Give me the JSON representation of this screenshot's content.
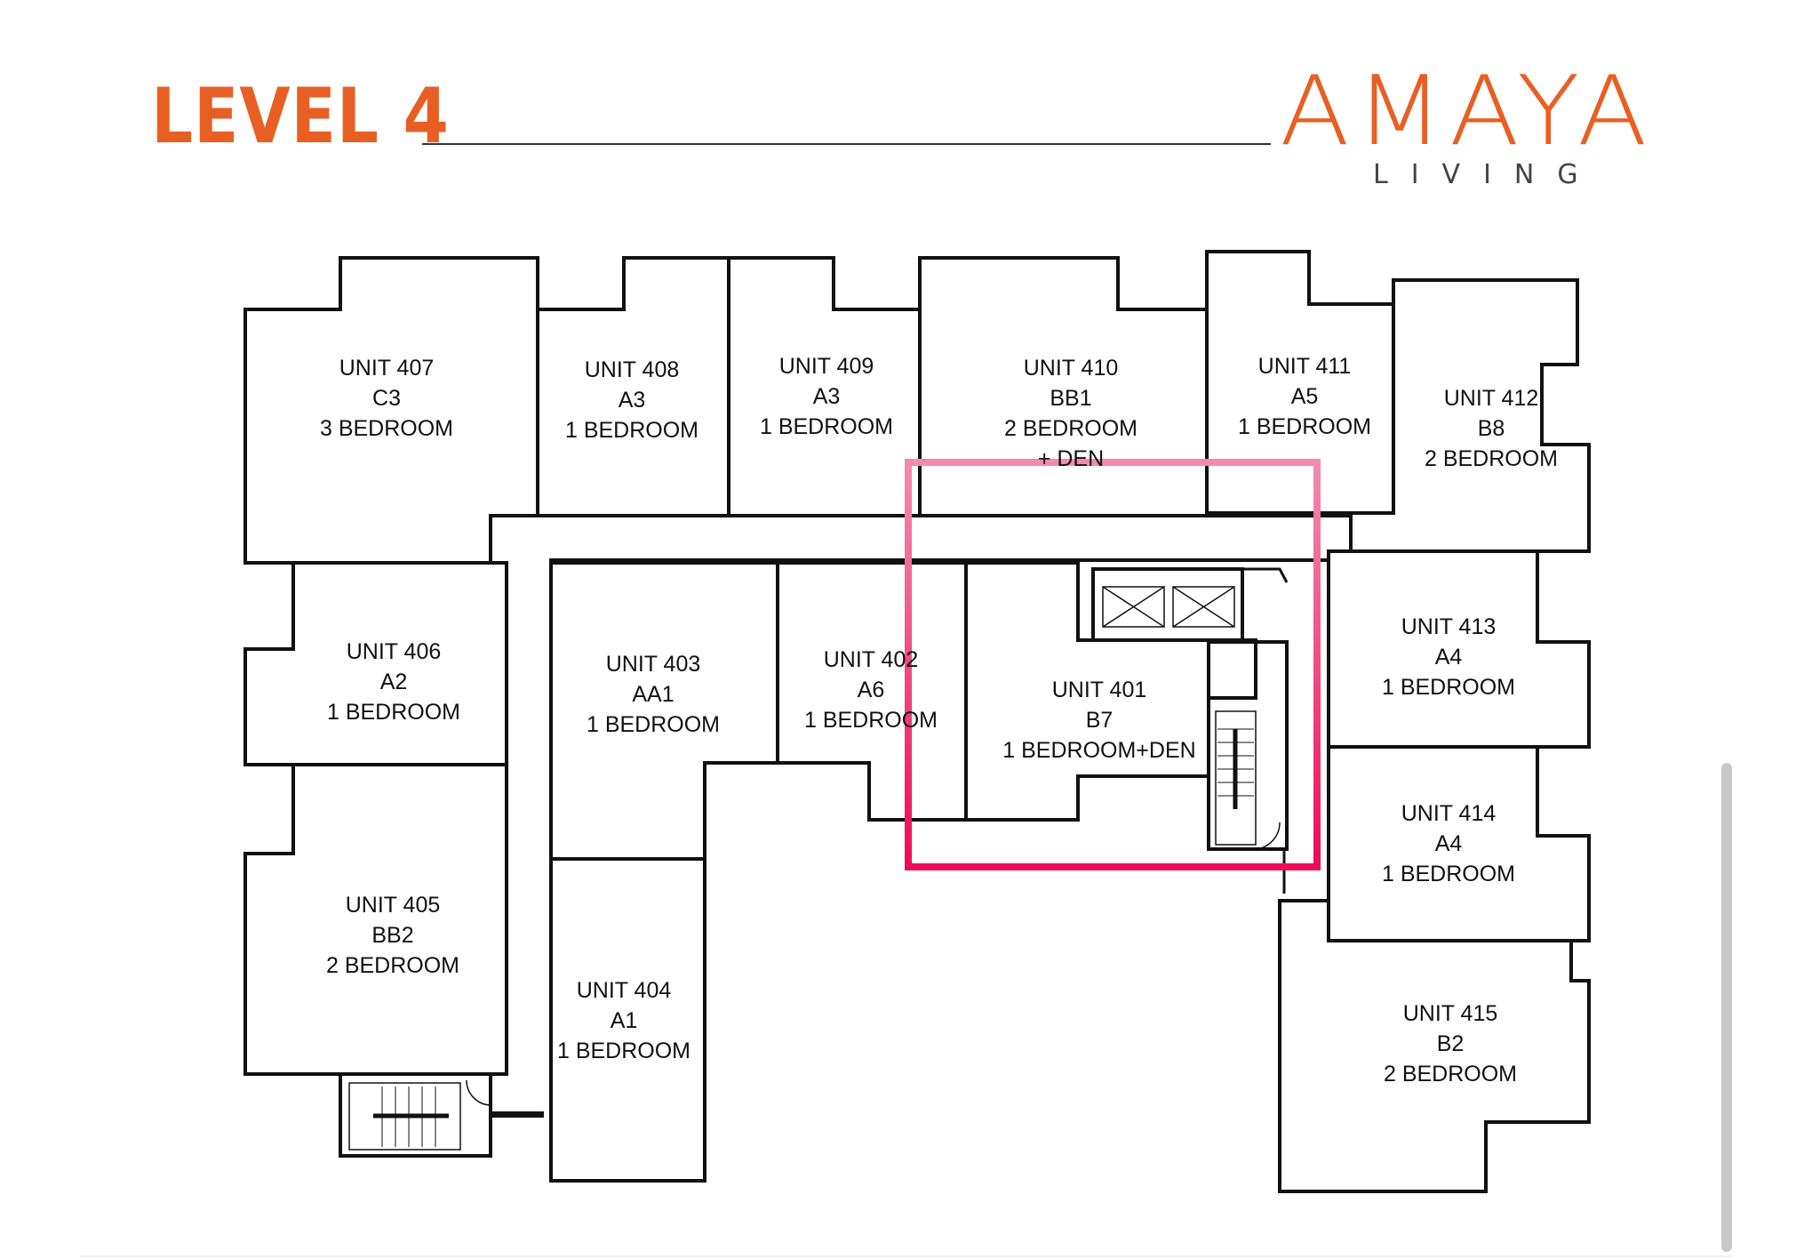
{
  "header": {
    "level_title": "LEVEL 4",
    "brand_name": "AMAYA",
    "brand_sub": "LIVING"
  },
  "colors": {
    "brand_orange": "#e85f24",
    "highlight_top": "#f28bb0",
    "highlight_bottom": "#ee0b5a",
    "walls": "#111111"
  },
  "units": {
    "u407": {
      "unit": "UNIT 407",
      "type": "C3",
      "desc": "3 BEDROOM"
    },
    "u408": {
      "unit": "UNIT 408",
      "type": "A3",
      "desc": "1 BEDROOM"
    },
    "u409": {
      "unit": "UNIT 409",
      "type": "A3",
      "desc": "1 BEDROOM"
    },
    "u410": {
      "unit": "UNIT 410",
      "type": "BB1",
      "desc": "2 BEDROOM",
      "desc2": "+ DEN"
    },
    "u411": {
      "unit": "UNIT 411",
      "type": "A5",
      "desc": "1 BEDROOM"
    },
    "u412": {
      "unit": "UNIT 412",
      "type": "B8",
      "desc": "2 BEDROOM"
    },
    "u406": {
      "unit": "UNIT 406",
      "type": "A2",
      "desc": "1 BEDROOM"
    },
    "u403": {
      "unit": "UNIT 403",
      "type": "AA1",
      "desc": "1 BEDROOM"
    },
    "u402": {
      "unit": "UNIT 402",
      "type": "A6",
      "desc": "1 BEDROOM"
    },
    "u401": {
      "unit": "UNIT 401",
      "type": "B7",
      "desc": "1 BEDROOM+DEN"
    },
    "u413": {
      "unit": "UNIT 413",
      "type": "A4",
      "desc": "1 BEDROOM"
    },
    "u414": {
      "unit": "UNIT 414",
      "type": "A4",
      "desc": "1 BEDROOM"
    },
    "u405": {
      "unit": "UNIT 405",
      "type": "BB2",
      "desc": "2 BEDROOM"
    },
    "u404": {
      "unit": "UNIT 404",
      "type": "A1",
      "desc": "1 BEDROOM"
    },
    "u415": {
      "unit": "UNIT 415",
      "type": "B2",
      "desc": "2 BEDROOM"
    }
  },
  "highlight": {
    "unit": "UNIT 401"
  }
}
